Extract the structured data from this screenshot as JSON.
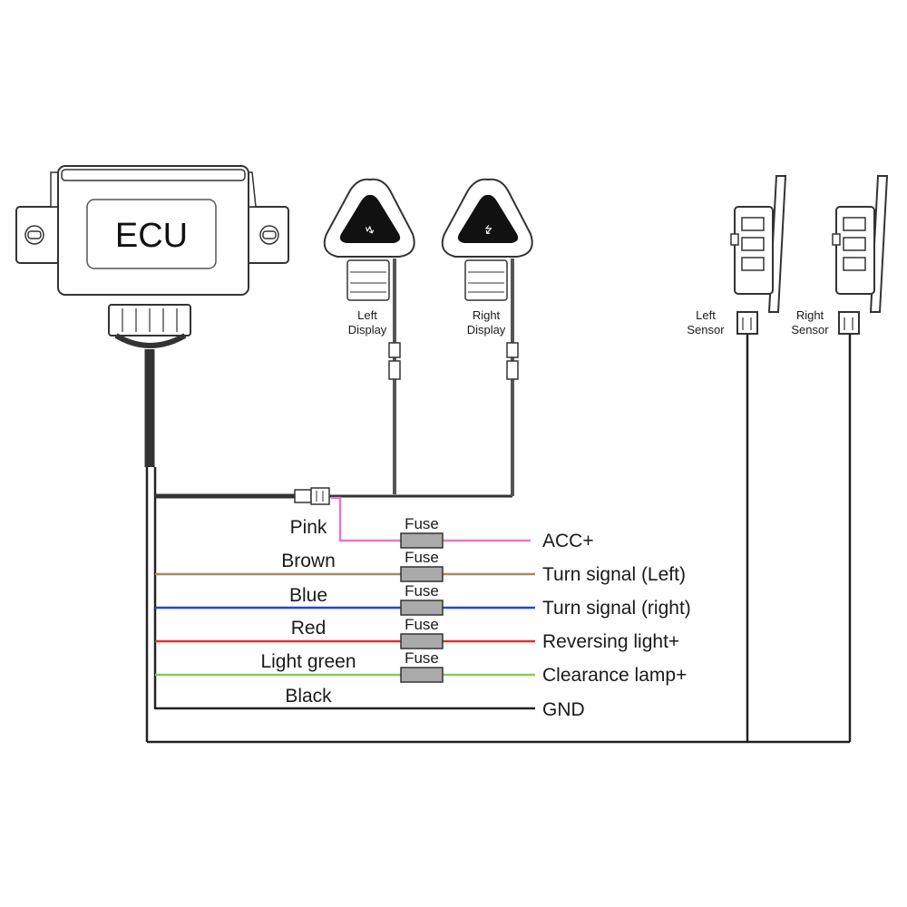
{
  "ecu": {
    "label": "ECU"
  },
  "displays": [
    {
      "line1": "Left",
      "line2": "Display"
    },
    {
      "line1": "Right",
      "line2": "Display"
    }
  ],
  "sensors": [
    {
      "line1": "Left",
      "line2": "Sensor"
    },
    {
      "line1": "Right",
      "line2": "Sensor"
    }
  ],
  "wires": [
    {
      "color_name": "Pink",
      "destination": "ACC+",
      "fuse_label": "Fuse",
      "hex": "#e07ad0"
    },
    {
      "color_name": "Brown",
      "destination": "Turn signal (Left)",
      "fuse_label": "Fuse",
      "hex": "#a08a66"
    },
    {
      "color_name": "Blue",
      "destination": "Turn signal (right)",
      "fuse_label": "Fuse",
      "hex": "#2244dd"
    },
    {
      "color_name": "Red",
      "destination": "Reversing light+",
      "fuse_label": "Fuse",
      "hex": "#e03030"
    },
    {
      "color_name": "Light green",
      "destination": "Clearance lamp+",
      "fuse_label": "Fuse",
      "hex": "#88cc55"
    },
    {
      "color_name": "Black",
      "destination": "GND",
      "hex": "#222222"
    }
  ]
}
